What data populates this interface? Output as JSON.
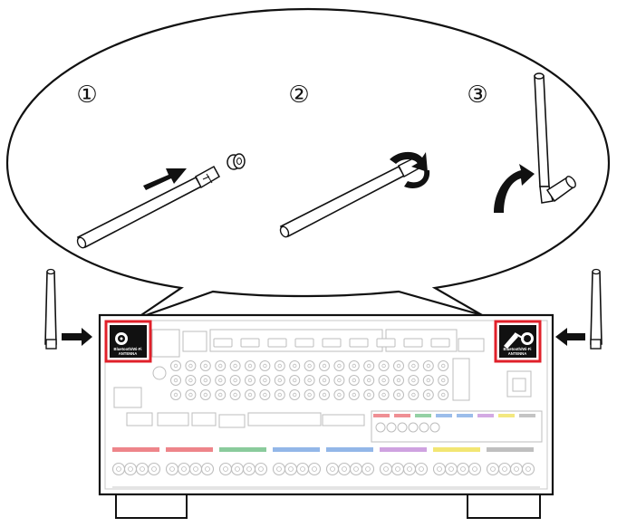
{
  "steps": [
    {
      "number": "①"
    },
    {
      "number": "②"
    },
    {
      "number": "③"
    }
  ],
  "antenna_terminal_label": {
    "line1": "Bluetooth/Wi-Fi",
    "line2": "ANTENNA"
  },
  "colors": {
    "highlight": "#e0202a",
    "line": "#111111",
    "panel_gray": "#bdbdbd",
    "speaker_colors": [
      "#e0202a",
      "#e0202a",
      "#2aa14a",
      "#3a7bd5",
      "#3a7bd5",
      "#a855c7",
      "#e8d200",
      "#8a8a8a"
    ]
  },
  "icons": [
    "antenna-icon",
    "insert-arrow-icon",
    "rotate-arrow-icon",
    "lift-arrow-icon",
    "left-arrow-icon",
    "right-arrow-icon"
  ]
}
